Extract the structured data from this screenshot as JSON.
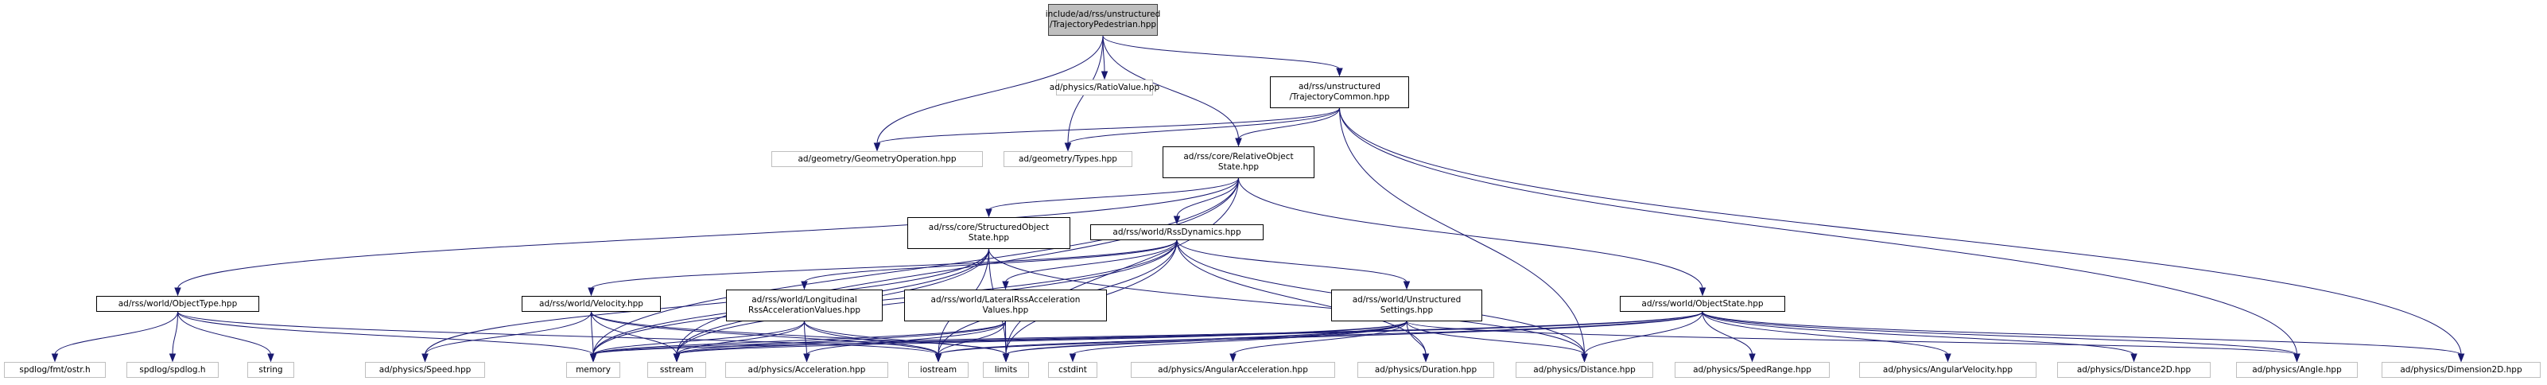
{
  "diagram": {
    "title": "include/ad/rss/unstructured/TrajectoryPedestrian.hpp include dependency graph",
    "edge_color": "#191970",
    "root_fill": "#bfbfbf",
    "nodes": [
      {
        "id": "root",
        "label": "include/ad/rss/unstructured\n/TrajectoryPedestrian.hpp",
        "kind": "root"
      },
      {
        "id": "ratio",
        "label": "ad/physics/RatioValue.hpp",
        "kind": "ext"
      },
      {
        "id": "trajcommon",
        "label": "ad/rss/unstructured\n/TrajectoryCommon.hpp",
        "kind": "int"
      },
      {
        "id": "geomop",
        "label": "ad/geometry/GeometryOperation.hpp",
        "kind": "ext"
      },
      {
        "id": "geomtypes",
        "label": "ad/geometry/Types.hpp",
        "kind": "ext"
      },
      {
        "id": "relobj",
        "label": "ad/rss/core/RelativeObject\nState.hpp",
        "kind": "int"
      },
      {
        "id": "structobj",
        "label": "ad/rss/core/StructuredObject\nState.hpp",
        "kind": "int"
      },
      {
        "id": "rssdyn",
        "label": "ad/rss/world/RssDynamics.hpp",
        "kind": "int"
      },
      {
        "id": "objtype",
        "label": "ad/rss/world/ObjectType.hpp",
        "kind": "int"
      },
      {
        "id": "velocity",
        "label": "ad/rss/world/Velocity.hpp",
        "kind": "int"
      },
      {
        "id": "longacc",
        "label": "ad/rss/world/Longitudinal\nRssAccelerationValues.hpp",
        "kind": "int"
      },
      {
        "id": "latacc",
        "label": "ad/rss/world/LateralRssAcceleration\nValues.hpp",
        "kind": "int"
      },
      {
        "id": "unstrset",
        "label": "ad/rss/world/Unstructured\nSettings.hpp",
        "kind": "int"
      },
      {
        "id": "objstate",
        "label": "ad/rss/world/ObjectState.hpp",
        "kind": "int"
      },
      {
        "id": "ostr",
        "label": "spdlog/fmt/ostr.h",
        "kind": "ext"
      },
      {
        "id": "spdlog",
        "label": "spdlog/spdlog.h",
        "kind": "ext"
      },
      {
        "id": "string",
        "label": "string",
        "kind": "ext"
      },
      {
        "id": "speed",
        "label": "ad/physics/Speed.hpp",
        "kind": "ext"
      },
      {
        "id": "memory",
        "label": "memory",
        "kind": "ext"
      },
      {
        "id": "sstream",
        "label": "sstream",
        "kind": "ext"
      },
      {
        "id": "accel",
        "label": "ad/physics/Acceleration.hpp",
        "kind": "ext"
      },
      {
        "id": "iostream",
        "label": "iostream",
        "kind": "ext"
      },
      {
        "id": "limits",
        "label": "limits",
        "kind": "ext"
      },
      {
        "id": "cstdint",
        "label": "cstdint",
        "kind": "ext"
      },
      {
        "id": "angacc",
        "label": "ad/physics/AngularAcceleration.hpp",
        "kind": "ext"
      },
      {
        "id": "duration",
        "label": "ad/physics/Duration.hpp",
        "kind": "ext"
      },
      {
        "id": "distance",
        "label": "ad/physics/Distance.hpp",
        "kind": "ext"
      },
      {
        "id": "speedrange",
        "label": "ad/physics/SpeedRange.hpp",
        "kind": "ext"
      },
      {
        "id": "angvel",
        "label": "ad/physics/AngularVelocity.hpp",
        "kind": "ext"
      },
      {
        "id": "dist2d",
        "label": "ad/physics/Distance2D.hpp",
        "kind": "ext"
      },
      {
        "id": "angle",
        "label": "ad/physics/Angle.hpp",
        "kind": "ext"
      },
      {
        "id": "dim2d",
        "label": "ad/physics/Dimension2D.hpp",
        "kind": "ext"
      }
    ],
    "edges": [
      [
        "root",
        "ratio"
      ],
      [
        "root",
        "trajcommon"
      ],
      [
        "root",
        "geomop"
      ],
      [
        "root",
        "geomtypes"
      ],
      [
        "root",
        "relobj"
      ],
      [
        "trajcommon",
        "geomop"
      ],
      [
        "trajcommon",
        "geomtypes"
      ],
      [
        "trajcommon",
        "relobj"
      ],
      [
        "trajcommon",
        "distance"
      ],
      [
        "trajcommon",
        "angle"
      ],
      [
        "trajcommon",
        "dim2d"
      ],
      [
        "relobj",
        "objtype"
      ],
      [
        "relobj",
        "structobj"
      ],
      [
        "relobj",
        "rssdyn"
      ],
      [
        "relobj",
        "objstate"
      ],
      [
        "relobj",
        "memory"
      ],
      [
        "relobj",
        "sstream"
      ],
      [
        "relobj",
        "limits"
      ],
      [
        "structobj",
        "memory"
      ],
      [
        "structobj",
        "sstream"
      ],
      [
        "structobj",
        "limits"
      ],
      [
        "structobj",
        "iostream"
      ],
      [
        "structobj",
        "distance"
      ],
      [
        "structobj",
        "speed"
      ],
      [
        "rssdyn",
        "velocity"
      ],
      [
        "rssdyn",
        "longacc"
      ],
      [
        "rssdyn",
        "latacc"
      ],
      [
        "rssdyn",
        "unstrset"
      ],
      [
        "rssdyn",
        "memory"
      ],
      [
        "rssdyn",
        "sstream"
      ],
      [
        "rssdyn",
        "limits"
      ],
      [
        "rssdyn",
        "iostream"
      ],
      [
        "rssdyn",
        "distance"
      ],
      [
        "rssdyn",
        "duration"
      ],
      [
        "objtype",
        "ostr"
      ],
      [
        "objtype",
        "spdlog"
      ],
      [
        "objtype",
        "string"
      ],
      [
        "objtype",
        "memory"
      ],
      [
        "objtype",
        "iostream"
      ],
      [
        "velocity",
        "speed"
      ],
      [
        "velocity",
        "memory"
      ],
      [
        "velocity",
        "sstream"
      ],
      [
        "velocity",
        "iostream"
      ],
      [
        "velocity",
        "limits"
      ],
      [
        "longacc",
        "accel"
      ],
      [
        "longacc",
        "memory"
      ],
      [
        "longacc",
        "sstream"
      ],
      [
        "longacc",
        "iostream"
      ],
      [
        "longacc",
        "limits"
      ],
      [
        "latacc",
        "accel"
      ],
      [
        "latacc",
        "memory"
      ],
      [
        "latacc",
        "sstream"
      ],
      [
        "latacc",
        "iostream"
      ],
      [
        "latacc",
        "limits"
      ],
      [
        "unstrset",
        "angacc"
      ],
      [
        "unstrset",
        "duration"
      ],
      [
        "unstrset",
        "distance"
      ],
      [
        "unstrset",
        "cstdint"
      ],
      [
        "unstrset",
        "memory"
      ],
      [
        "unstrset",
        "sstream"
      ],
      [
        "unstrset",
        "limits"
      ],
      [
        "unstrset",
        "iostream"
      ],
      [
        "unstrset",
        "angle"
      ],
      [
        "objstate",
        "speedrange"
      ],
      [
        "objstate",
        "angvel"
      ],
      [
        "objstate",
        "dist2d"
      ],
      [
        "objstate",
        "angle"
      ],
      [
        "objstate",
        "dim2d"
      ],
      [
        "objstate",
        "memory"
      ],
      [
        "objstate",
        "sstream"
      ],
      [
        "objstate",
        "limits"
      ],
      [
        "objstate",
        "iostream"
      ],
      [
        "objstate",
        "distance"
      ]
    ]
  }
}
